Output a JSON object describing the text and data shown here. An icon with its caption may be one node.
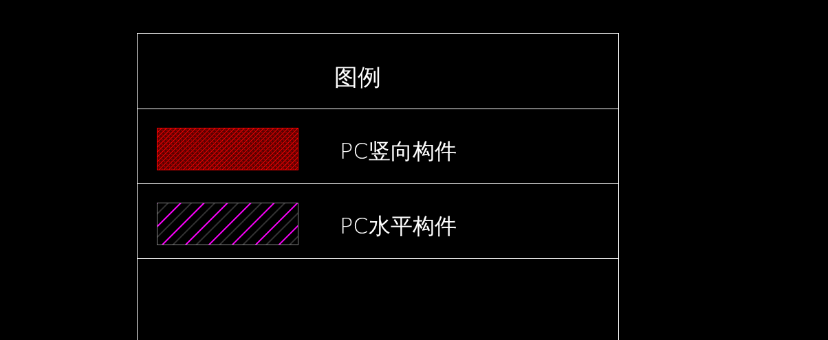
{
  "diagram": {
    "title": "图例",
    "legend": [
      {
        "text": "PC竖向构件",
        "color": "#ff0000"
      },
      {
        "text": "PC水平构件",
        "color": "#ff00ff"
      }
    ]
  }
}
